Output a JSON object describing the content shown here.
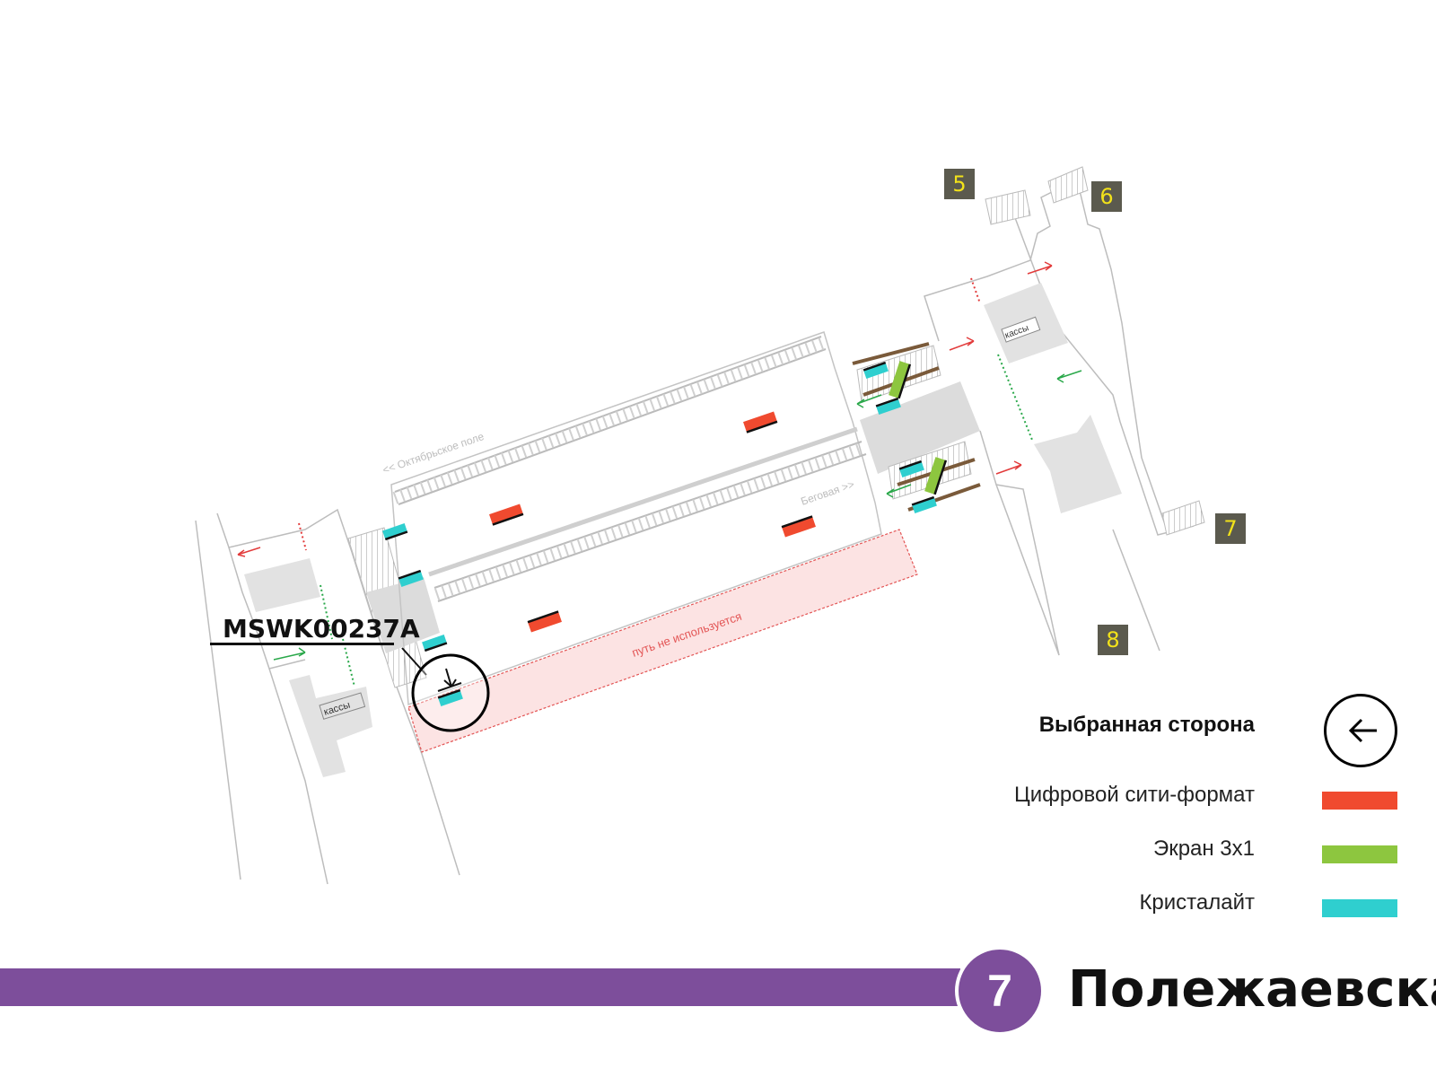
{
  "station": {
    "name": "Полежаевская",
    "line_number": "7",
    "line_color": "#7d4e9b"
  },
  "placement_code": "MSWK00237A",
  "exits": [
    "5",
    "6",
    "7",
    "8"
  ],
  "map_labels": {
    "ticket_office": "кассы",
    "direction_left": "<< Октябрьское поле",
    "direction_right": "Беговая >>",
    "unused_track": "путь не используется"
  },
  "legend": {
    "selected_side_label": "Выбранная сторона",
    "items": [
      {
        "label": "Цифровой сити-формат",
        "color": "#f04a2f"
      },
      {
        "label": "Экран 3х1",
        "color": "#8dc63f"
      },
      {
        "label": "Кристалайт",
        "color": "#2fcfcf"
      }
    ]
  },
  "colors": {
    "digital_city_format": "#f04a2f",
    "screen_3x1": "#8dc63f",
    "crystalight": "#2fcfcf",
    "unused_zone": "#fbd9d9",
    "exit_badge_bg": "#5b5a4e",
    "exit_badge_text": "#f2e21a"
  }
}
